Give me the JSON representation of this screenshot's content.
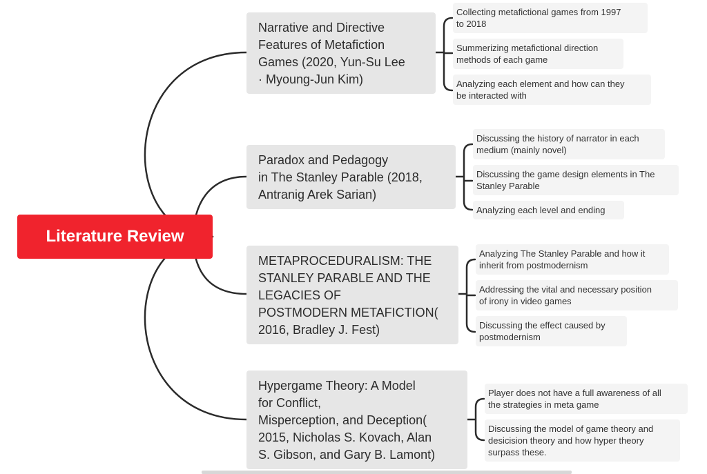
{
  "root": {
    "label": "Literature Review"
  },
  "topics": [
    {
      "title": "Narrative and Directive\nFeatures of Metafiction\nGames (2020, Yun-Su Lee\n· Myoung-Jun Kim)",
      "subs": [
        "Collecting metafictional games from 1997\nto 2018",
        "Summerizing metafictional direction\nmethods of each game",
        "Analyzing each element and how can they\nbe interacted with"
      ]
    },
    {
      "title": "Paradox and Pedagogy\nin The Stanley Parable (2018,\nAntranig Arek Sarian)",
      "subs": [
        "Discussing the history of narrator in each\nmedium (mainly novel)",
        "Discussing the game design elements in The\nStanley Parable",
        "Analyzing each level and ending"
      ]
    },
    {
      "title": "METAPROCEDURALISM: THE\nSTANLEY PARABLE AND THE\nLEGACIES OF\nPOSTMODERN METAFICTION(\n2016, Bradley J. Fest)",
      "subs": [
        "Analyzing The Stanley Parable and how it\ninherit from postmodernism",
        "Addressing the vital and necessary position\nof irony in video games",
        "Discussing the effect caused by\npostmodernism"
      ]
    },
    {
      "title": "Hypergame Theory: A Model\nfor Conflict,\nMisperception, and Deception(\n2015, Nicholas S. Kovach, Alan\nS. Gibson, and Gary B. Lamont)",
      "subs": [
        "Player does not have a full awareness of all\nthe strategies in meta game",
        "Discussing the model of game theory and\ndesicision theory and how hyper theory\nsurpass these."
      ]
    }
  ],
  "colors": {
    "root": "#f0232d",
    "topic": "#e6e6e6",
    "sub": "#f4f4f4",
    "line": "#2b2b2b"
  }
}
